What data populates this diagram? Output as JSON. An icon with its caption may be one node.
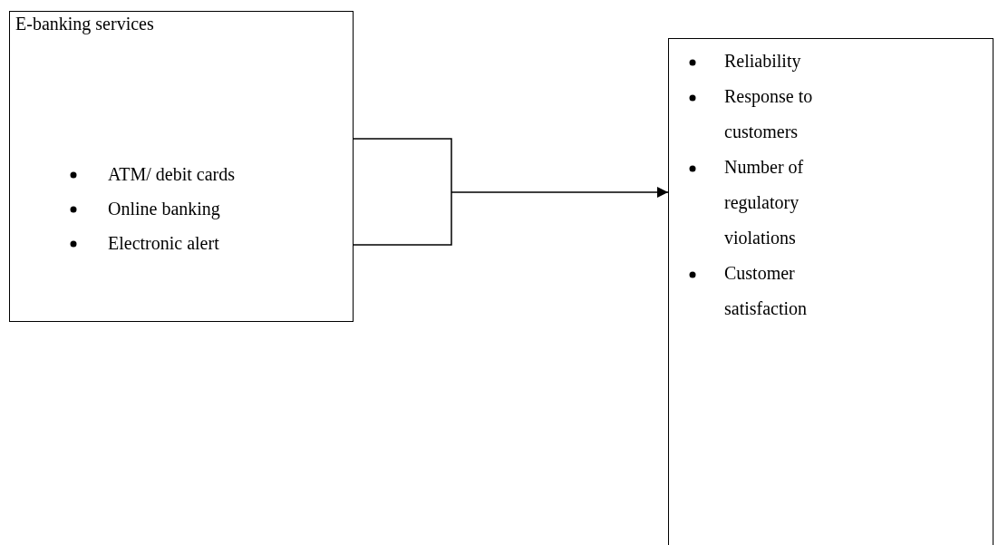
{
  "diagram": {
    "nodes": [
      {
        "text": [
          "E-banking services",
          "ATM/ debit cards",
          "Online banking",
          "Electronic alert"
        ]
      },
      {
        "text": [
          "Reliability",
          "Response to customers",
          "Number of regulatory violations",
          "Customer satisfaction"
        ]
      }
    ],
    "edges": [
      {
        "from": 0,
        "to": 1,
        "arrow": "to"
      }
    ]
  }
}
